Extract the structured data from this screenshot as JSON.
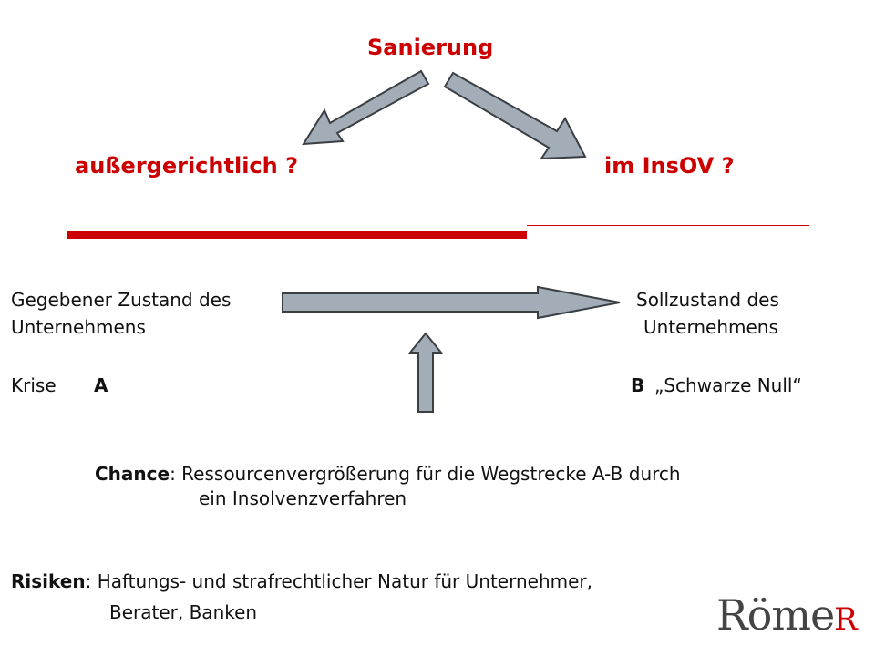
{
  "slide": {
    "title": "Sanierung",
    "option_left": "außergerichtlich ?",
    "option_right": "im InsOV ?",
    "given_state_line1": "Gegebener Zustand des",
    "given_state_line2": "Unternehmens",
    "target_state_line1": "Sollzustand des",
    "target_state_line2": "Unternehmens",
    "crisis_label": "Krise",
    "point_a": "A",
    "point_b": "B",
    "point_b_note": "„Schwarze Null“",
    "chance_label": "Chance",
    "chance_text_line1": ": Ressourcenvergrößerung für die Wegstrecke A-B durch",
    "chance_text_line2": "ein Insolvenzverfahren",
    "risks_label": "Risiken",
    "risks_text_line1": ": Haftungs- und strafrechtlicher Natur für Unternehmer,",
    "risks_text_line2": "Berater, Banken"
  },
  "logo": {
    "text_main": "Röme",
    "text_accent": "R"
  },
  "colors": {
    "accent_red": "#cc0000",
    "arrow_fill": "#a3adb7",
    "arrow_stroke": "#3a3f44"
  }
}
